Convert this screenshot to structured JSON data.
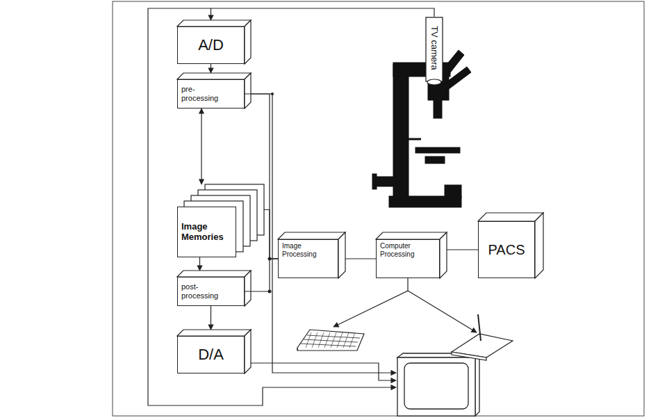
{
  "diagram": {
    "nodes": [
      {
        "text": [
          "A/D"
        ]
      },
      {
        "text": [
          "pre-processing"
        ]
      },
      {
        "text": [
          "Image Memories"
        ]
      },
      {
        "text": [
          "post-processing"
        ]
      },
      {
        "text": [
          "D/A"
        ]
      },
      {
        "text": [
          "TV camera"
        ]
      },
      {
        "text": [
          "Image Processing"
        ]
      },
      {
        "text": [
          "Computer Processing"
        ]
      },
      {
        "text": [
          "PACS"
        ]
      }
    ],
    "edges": [
      {
        "from": 5,
        "to": 0,
        "arrow": "to"
      },
      {
        "from": 0,
        "to": 1,
        "arrow": "to"
      },
      {
        "from": 1,
        "to": 2,
        "arrow": "both"
      },
      {
        "from": 2,
        "to": 3,
        "arrow": "to"
      },
      {
        "from": 3,
        "to": 4,
        "arrow": "to"
      },
      {
        "from": 1,
        "to": 6,
        "arrow": "none"
      },
      {
        "from": 2,
        "to": 6,
        "arrow": "none"
      },
      {
        "from": 3,
        "to": 6,
        "arrow": "none"
      },
      {
        "from": 6,
        "to": 7,
        "arrow": "none"
      },
      {
        "from": 7,
        "to": 8,
        "arrow": "none"
      }
    ]
  }
}
